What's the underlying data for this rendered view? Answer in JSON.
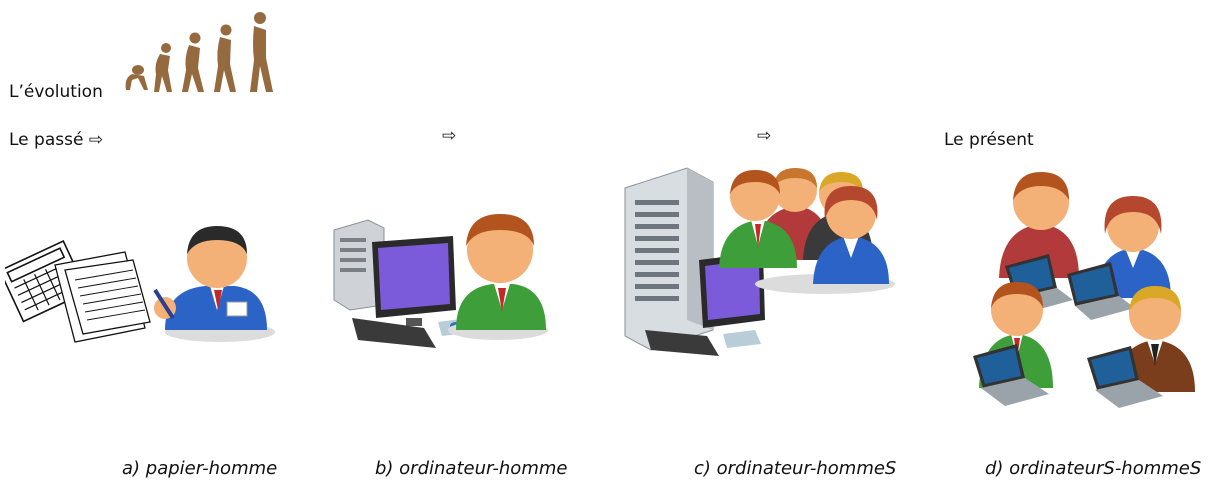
{
  "header": {
    "title": "L’évolution"
  },
  "timeline": {
    "past_label": "Le passé",
    "arrow": "⇨",
    "present_label": "Le présent"
  },
  "captions": [
    "a) papier-homme",
    "b) ordinateur-homme",
    "c) ordinateur-hommeS",
    "d) ordinateurS-hommeS"
  ],
  "colors": {
    "evolution_brown": "#8b5a2b",
    "skin": "#f3b077",
    "shirt_blue": "#2c63c7",
    "shirt_green": "#3e9f3a",
    "shirt_red": "#b23a3a",
    "screen_purple": "#7b5bd9",
    "laptop_screen": "#1f5f9a"
  },
  "icons": {
    "evolution": "human-evolution-icon",
    "paper_user": "user-with-papers-icon",
    "computer_user": "computer-user-icon",
    "server_group": "server-group-icon",
    "laptop_group": "laptop-group-icon"
  }
}
